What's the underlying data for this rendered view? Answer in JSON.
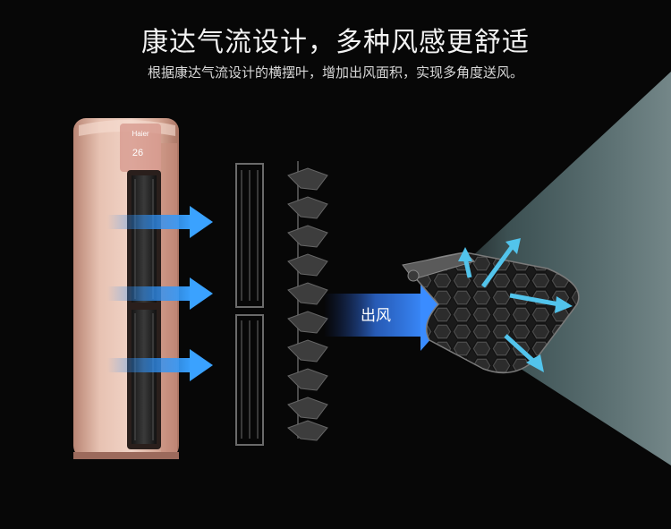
{
  "header": {
    "title": "康达气流设计，多种风感更舒适",
    "subtitle": "根据康达气流设计的横摆叶，增加出风面积，实现多角度送风。"
  },
  "product": {
    "brand_logo": "Haier",
    "display_temperature": "26"
  },
  "airflow": {
    "label": "出风"
  },
  "colors": {
    "background": "#070707",
    "unit_body": "#d9a793",
    "airflow_arrow": "#2f8ef0",
    "spread_arrow": "#52c4ec"
  }
}
